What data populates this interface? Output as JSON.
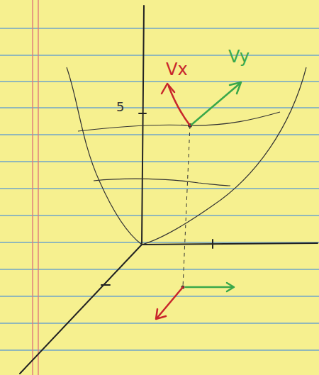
{
  "diagram": {
    "labels": [
      "5",
      "Vx",
      "Vy"
    ]
  }
}
